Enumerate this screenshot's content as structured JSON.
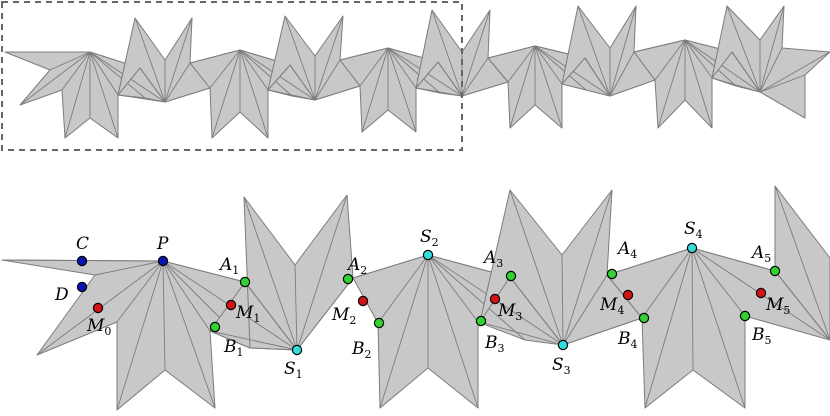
{
  "colors": {
    "fill": "#c8c8c8",
    "edge": "#7c7c7c",
    "frame": "#666666",
    "dot_blue": "#0a14b4",
    "dot_red": "#d21414",
    "dot_green": "#32d232",
    "dot_cyan": "#32dcdc"
  },
  "labels": {
    "C": {
      "base": "C",
      "sub": ""
    },
    "P": {
      "base": "P",
      "sub": ""
    },
    "D": {
      "base": "D",
      "sub": ""
    },
    "M0": {
      "base": "M",
      "sub": "0"
    },
    "A1": {
      "base": "A",
      "sub": "1"
    },
    "M1": {
      "base": "M",
      "sub": "1"
    },
    "B1": {
      "base": "B",
      "sub": "1"
    },
    "S1": {
      "base": "S",
      "sub": "1"
    },
    "A2": {
      "base": "A",
      "sub": "2"
    },
    "M2": {
      "base": "M",
      "sub": "2"
    },
    "B2": {
      "base": "B",
      "sub": "2"
    },
    "S2": {
      "base": "S",
      "sub": "2"
    },
    "A3": {
      "base": "A",
      "sub": "3"
    },
    "M3": {
      "base": "M",
      "sub": "3"
    },
    "B3": {
      "base": "B",
      "sub": "3"
    },
    "S3": {
      "base": "S",
      "sub": "3"
    },
    "A4": {
      "base": "A",
      "sub": "4"
    },
    "M4": {
      "base": "M",
      "sub": "4"
    },
    "B4": {
      "base": "B",
      "sub": "4"
    },
    "S4": {
      "base": "S",
      "sub": "4"
    },
    "A5": {
      "base": "A",
      "sub": "5"
    },
    "M5": {
      "base": "M",
      "sub": "5"
    },
    "B5": {
      "base": "B",
      "sub": "5"
    }
  }
}
